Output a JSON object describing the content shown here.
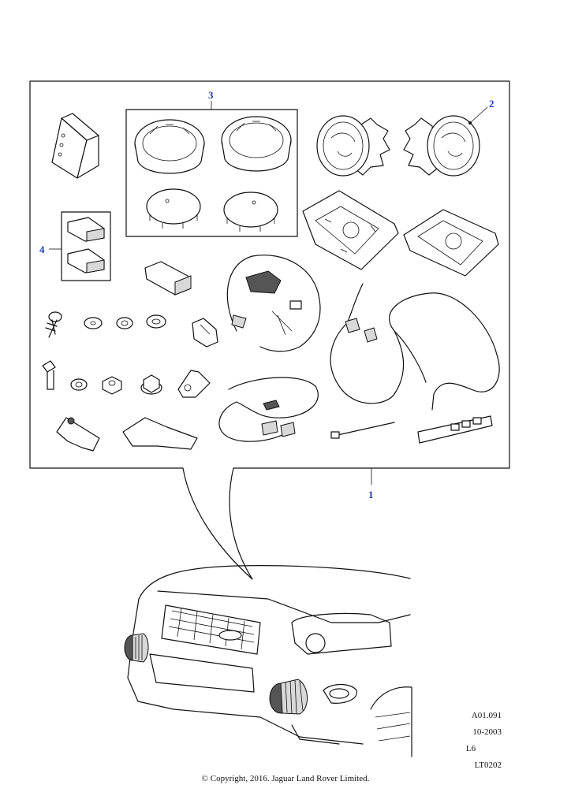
{
  "callouts": {
    "c1": "1",
    "c2": "2",
    "c3": "3",
    "c4": "4"
  },
  "meta": {
    "ref": "A01.091",
    "date": "10-2003",
    "variant": "L6",
    "code": "LT0202"
  },
  "copyright": "© Copyright, 2016. Jaguar Land Rover Limited.",
  "colors": {
    "callout": "#1f3aa8",
    "line": "#111111"
  }
}
